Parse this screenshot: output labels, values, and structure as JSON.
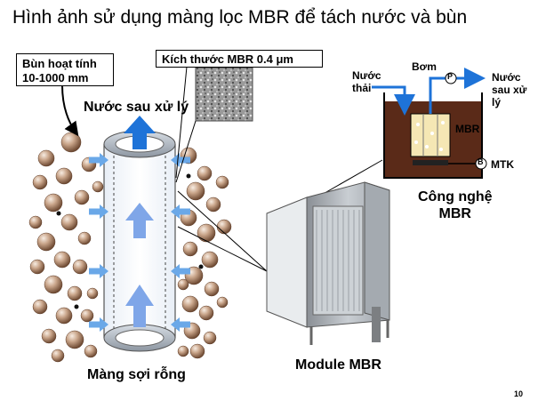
{
  "title": "Hình ảnh sử dụng màng lọc MBR để tách nước và bùn",
  "sludge_box": {
    "line1": "Bùn hoạt tính",
    "line2": "10-1000 mm"
  },
  "pore_box": {
    "label": "Kích thước MBR 0.4 μm"
  },
  "treated_water_label": "Nước sau xử lý",
  "hollow_fiber_label": "Màng sợi rỗng",
  "module_label": "Module MBR",
  "process": {
    "wastewater": "Nước\nthải",
    "pump": "Bơm",
    "pump_symbol": "P",
    "treated_water": "Nước\nsau xử\nlý",
    "mbr": "MBR",
    "blower_symbol": "B",
    "mtk": "MTK",
    "caption": "Công nghệ\nMBR"
  },
  "page_number": "10",
  "colors": {
    "flow_arrow": "#1e73d8",
    "inner_arrow": "#7fa6e8",
    "tank": "#5a2a18",
    "sludge": "#b58a6c"
  }
}
